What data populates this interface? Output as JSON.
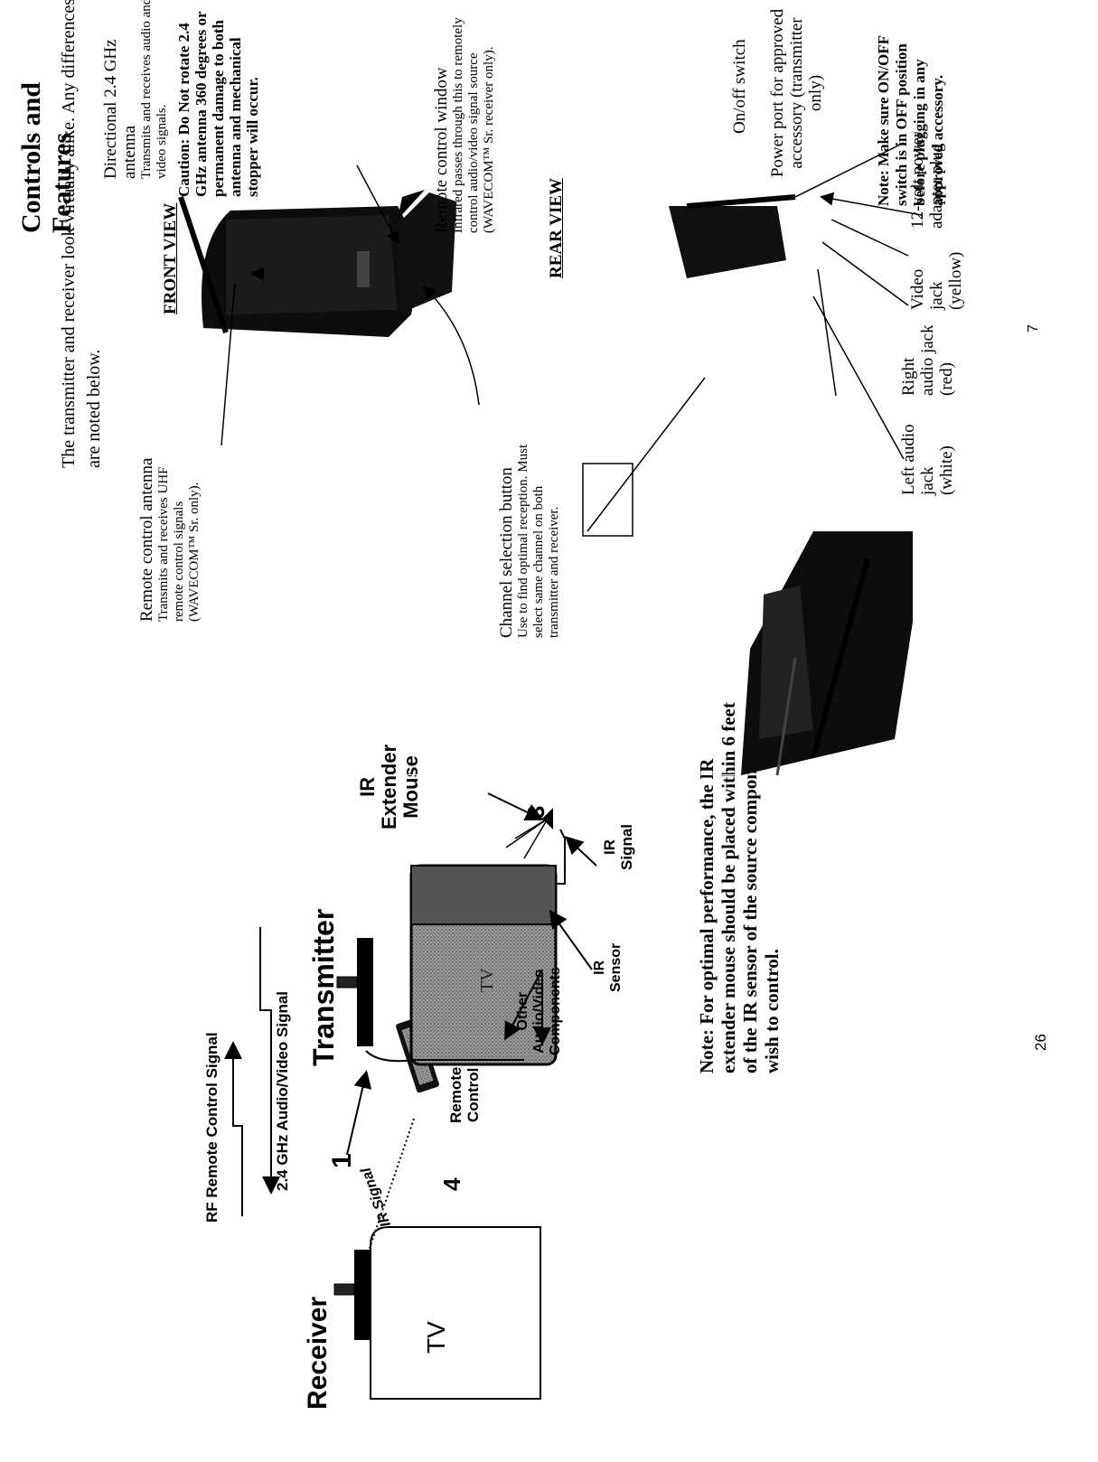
{
  "left_page": {
    "labels": {
      "receiver": "Receiver",
      "tv": "TV",
      "rf_signal": "RF Remote Control Signal",
      "av_signal": "2.4 GHz Audio/Video Signal",
      "transmitter": "Transmitter",
      "tv_inner": "TV",
      "ir_extender_l1": "IR",
      "ir_extender_l2": "Extender",
      "ir_extender_l3": "Mouse",
      "num_1": "1",
      "num_3": "3",
      "num_4": "4",
      "ir_signal_left": "IR Signal",
      "remote_l1": "Remote",
      "remote_l2": "Control",
      "other_l1": "Other",
      "other_l2": "Audio/Video",
      "other_l3": "Components",
      "ir_sensor_l1": "IR",
      "ir_sensor_l2": "Sensor",
      "ir_signal_right_l1": "IR",
      "ir_signal_right_l2": "Signal"
    },
    "note": "Note: For optimal performance, the IR extender mouse should be placed within 6 feet of the IR sensor of the source component you wish to control.",
    "page_number": "26"
  },
  "right_page": {
    "title": "Controls and Features",
    "intro": "The transmitter and receiver look virtually alike. Any differences are noted below.",
    "front_view": "FRONT VIEW",
    "rear_view": "REAR VIEW",
    "remote_antenna": {
      "title": "Remote control antenna",
      "desc": "Transmits and receives UHF remote control signals (WAVECOM™ Sr. only)."
    },
    "directional_antenna": {
      "title": "Directional 2.4 GHz antenna",
      "desc": "Transmits and receives audio and video signals."
    },
    "caution": "Caution: Do Not rotate 2.4 GHz antenna 360 degrees or permanent damage to both antenna and mechanical stopper will occur.",
    "remote_window": {
      "title": "Remote control window",
      "desc": "Infrared passes through this to remotely control audio/video signal source (WAVECOM™ Sr. receiver only)."
    },
    "channel_button": {
      "title": "Channel selection button",
      "desc": "Use to find optimal reception. Must select same channel on both transmitter and receiver."
    },
    "left_audio": "Left audio jack (white)",
    "right_audio": "Right audio jack (red)",
    "video_jack": "Video jack (yellow)",
    "power_plug": "12-volt power adapter plug",
    "onoff": "On/off switch",
    "power_port": "Power port for approved accessory (transmitter only)",
    "note2": "Note: Make sure ON/OFF switch is in OFF position before plugging in any approved accessory.",
    "page_number": "7"
  },
  "colors": {
    "ink": "#000000",
    "paper": "#ffffff",
    "screen_gray": "#8a8a8a"
  }
}
